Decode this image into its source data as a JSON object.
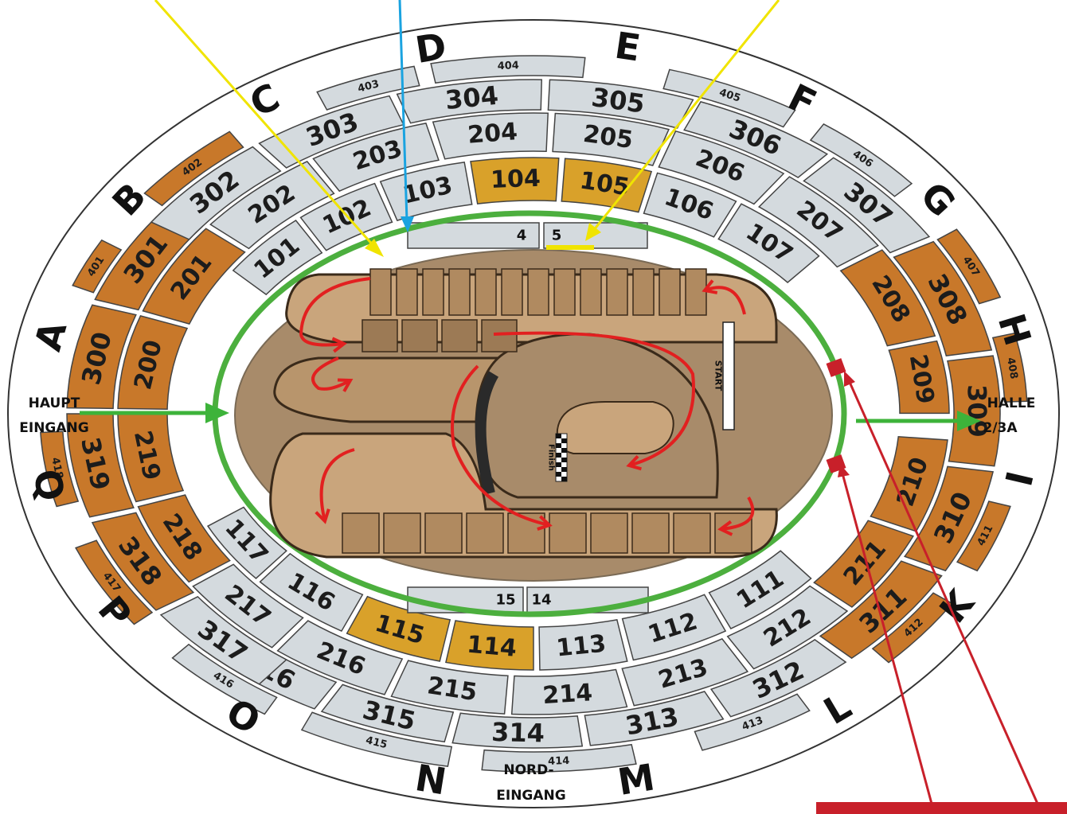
{
  "colors": {
    "seat_grey": "#d4dade",
    "seat_orange": "#c8782a",
    "seat_gold": "#d9a12a",
    "track_oval": "#4caf3e",
    "arena_floor": "#a88b6a",
    "track_light": "#c9a57c",
    "track_dark": "#7a5a3a",
    "arrow_red": "#e22020",
    "arrow_yellow": "#f0e400",
    "arrow_blue": "#1aa3e0",
    "arrow_green": "#3db33a",
    "pointer_red": "#c8202a"
  },
  "gates": [
    "A",
    "B",
    "C",
    "D",
    "E",
    "F",
    "G",
    "H",
    "I",
    "K",
    "L",
    "M",
    "N",
    "O",
    "P",
    "Q"
  ],
  "entrances": {
    "main": [
      "HAUPT",
      "EINGANG"
    ],
    "hall": [
      "HALLE",
      "2/3A"
    ],
    "north": [
      "NORD-",
      "EINGANG"
    ]
  },
  "sections": {
    "ring1_top": [
      "101",
      "102",
      "103",
      "104",
      "105",
      "106",
      "107"
    ],
    "ring1_bottom": [
      "111",
      "112",
      "113",
      "114",
      "115",
      "116",
      "117"
    ],
    "ring2": [
      "200",
      "201",
      "202",
      "203",
      "204",
      "205",
      "206",
      "207",
      "208",
      "209",
      "210",
      "211",
      "212",
      "213",
      "214",
      "215",
      "216",
      "217",
      "218",
      "219"
    ],
    "ring3": [
      "300",
      "301",
      "302",
      "303",
      "304",
      "305",
      "306",
      "307",
      "308",
      "309",
      "310",
      "311",
      "312",
      "313",
      "314",
      "315",
      "316",
      "317",
      "318",
      "319"
    ],
    "ring4": [
      "401",
      "402",
      "403",
      "404",
      "405",
      "406",
      "407",
      "408",
      "411",
      "412",
      "413",
      "414",
      "415",
      "416",
      "417",
      "418"
    ],
    "floor_top": [
      "4",
      "5"
    ],
    "floor_bottom": [
      "15",
      "14"
    ]
  },
  "track_labels": {
    "start": "START",
    "finish": "Finish"
  }
}
